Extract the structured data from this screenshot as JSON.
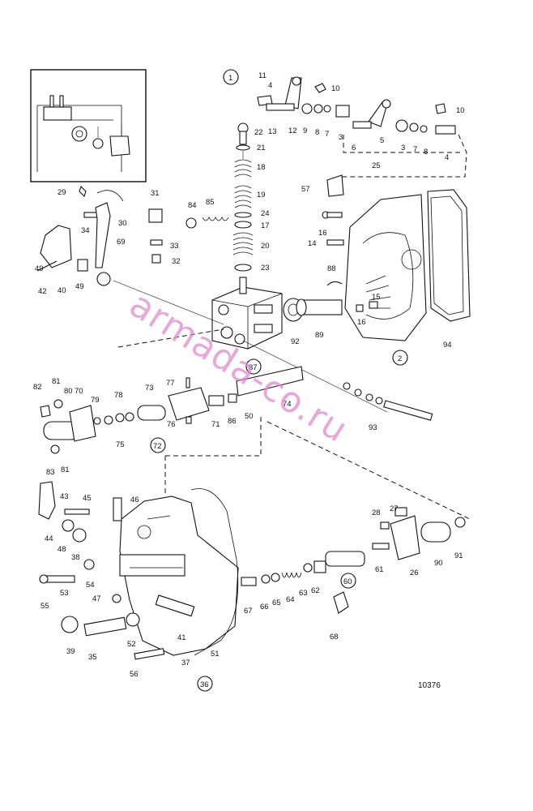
{
  "drawing_number": "10376",
  "watermark": "armada-co.ru",
  "circled_labels": [
    "1",
    "2",
    "87",
    "72",
    "60",
    "36"
  ],
  "part_labels": [
    "11",
    "4",
    "10",
    "22",
    "12",
    "9",
    "8",
    "7",
    "3",
    "5",
    "6",
    "3",
    "7",
    "8",
    "4",
    "10",
    "13",
    "21",
    "18",
    "19",
    "24",
    "17",
    "20",
    "23",
    "25",
    "57",
    "16",
    "14",
    "88",
    "15",
    "16",
    "89",
    "92",
    "94",
    "29",
    "31",
    "30",
    "34",
    "69",
    "33",
    "32",
    "84",
    "85",
    "49",
    "42",
    "40",
    "49",
    "82",
    "81",
    "80",
    "70",
    "79",
    "78",
    "75",
    "73",
    "77",
    "76",
    "71",
    "86",
    "50",
    "74",
    "93",
    "83",
    "81",
    "46",
    "43",
    "45",
    "44",
    "48",
    "38",
    "55",
    "53",
    "54",
    "47",
    "39",
    "35",
    "52",
    "41",
    "51",
    "37",
    "56",
    "28",
    "27",
    "90",
    "91",
    "26",
    "61",
    "62",
    "63",
    "64",
    "65",
    "66",
    "67",
    "68"
  ]
}
